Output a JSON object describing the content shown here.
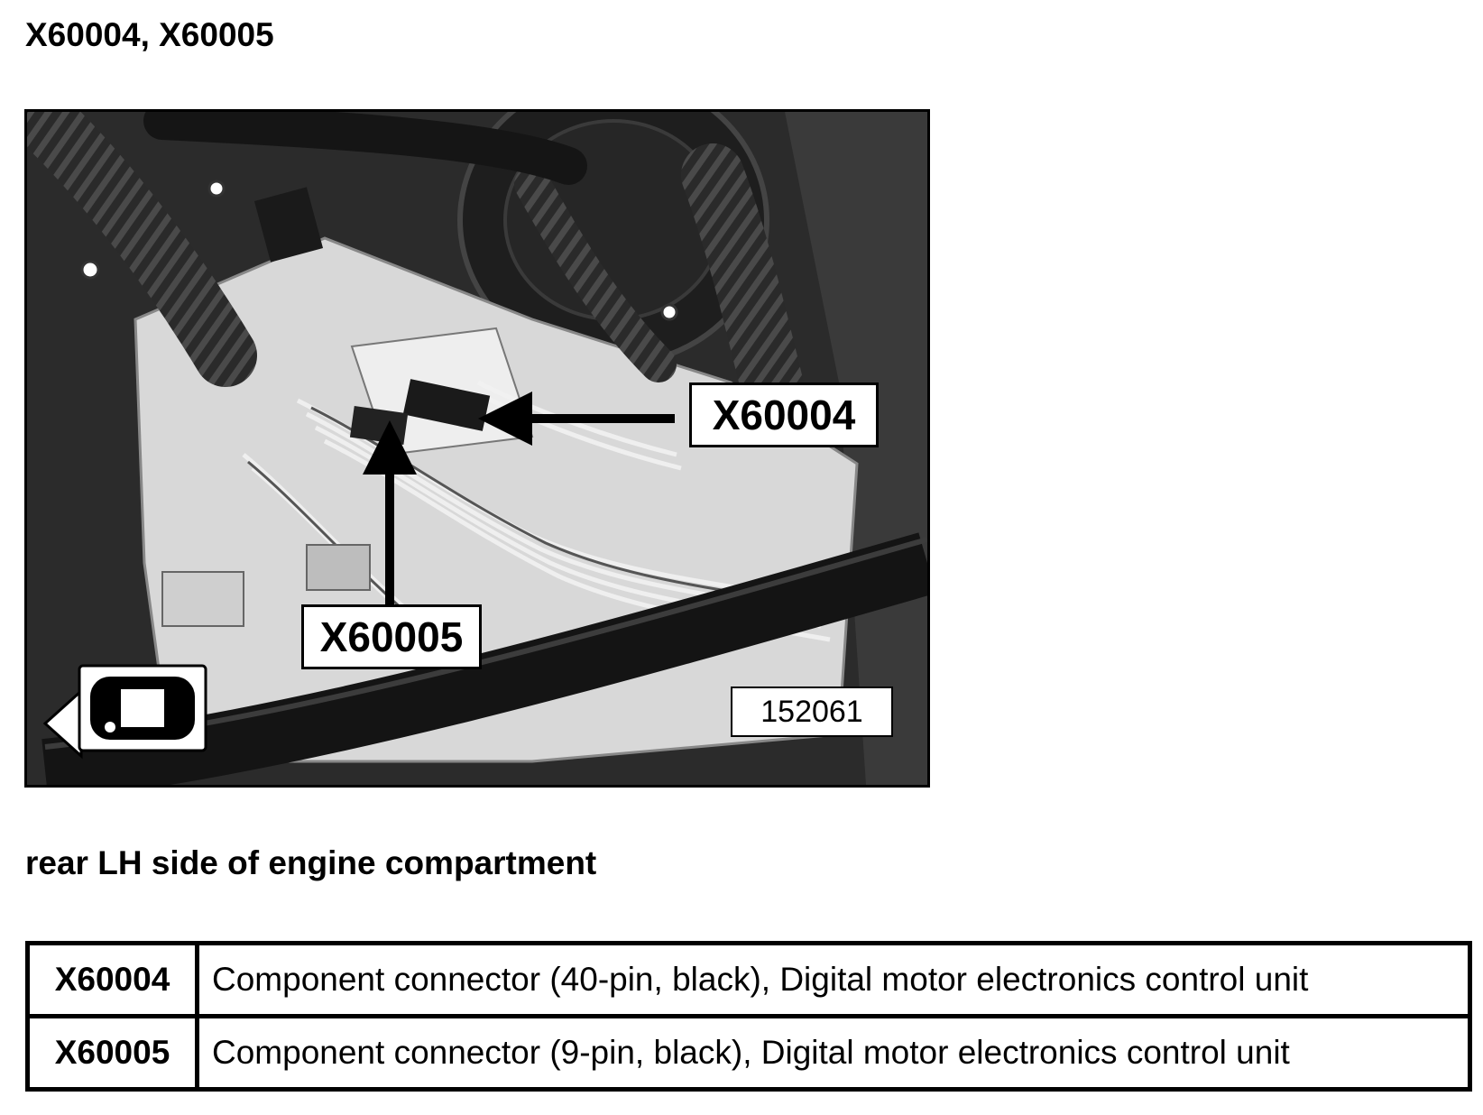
{
  "heading": "X60004, X60005",
  "figure": {
    "callouts": [
      "X60004",
      "X60005"
    ],
    "photo_id": "152061",
    "view_icon": "front-left-view-car-icon"
  },
  "caption": "rear LH side of engine compartment",
  "legend": [
    {
      "code": "X60004",
      "description": "Component connector (40-pin, black), Digital motor electronics control unit"
    },
    {
      "code": "X60005",
      "description": "Component connector (9-pin, black), Digital motor electronics control unit"
    }
  ]
}
